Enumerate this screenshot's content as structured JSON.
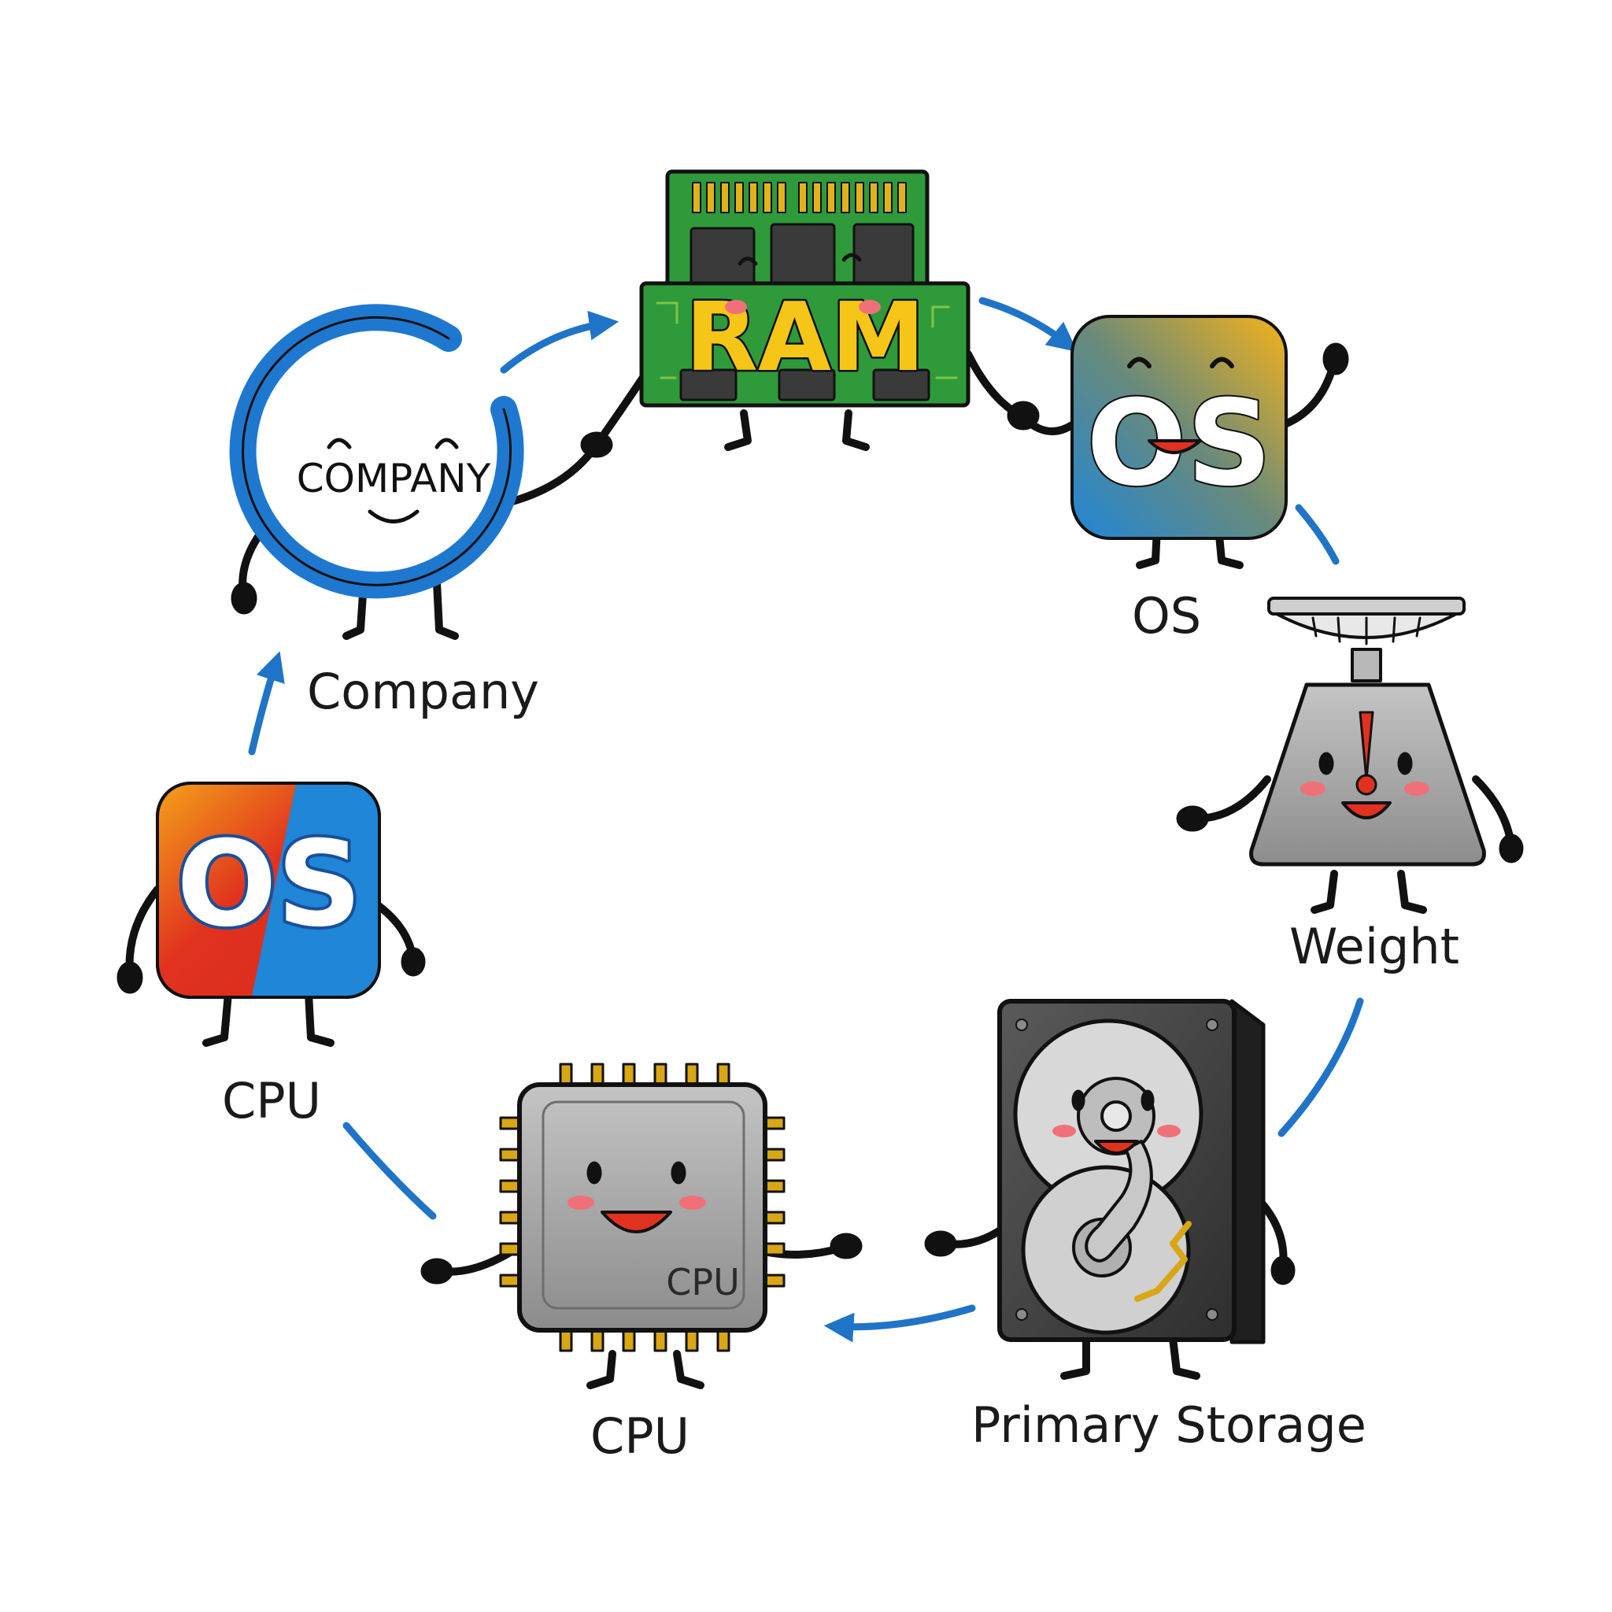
{
  "labels": {
    "company": "Company",
    "os": "OS",
    "weight": "Weight",
    "primary_storage": "Primary Storage",
    "cpu_bottom": "CPU",
    "cpu_left": "CPU"
  },
  "icon_text": {
    "company_logo": "COMPANY",
    "ram_module": "RAM",
    "os_logo_right": "OS",
    "os_logo_left": "OS",
    "cpu_chip": "CPU"
  },
  "colors": {
    "arrow": "#1f74c8",
    "company_ring": "#1e78d0",
    "ram_board": "#2f9a3a",
    "ram_text": "#f5c518",
    "chip_gray": "#a8a8a8",
    "gold": "#d9a615",
    "os_orange": "#f5a21a",
    "os_blue": "#1f86d8",
    "os_red": "#e0321e",
    "cheek": "#f0707a"
  }
}
